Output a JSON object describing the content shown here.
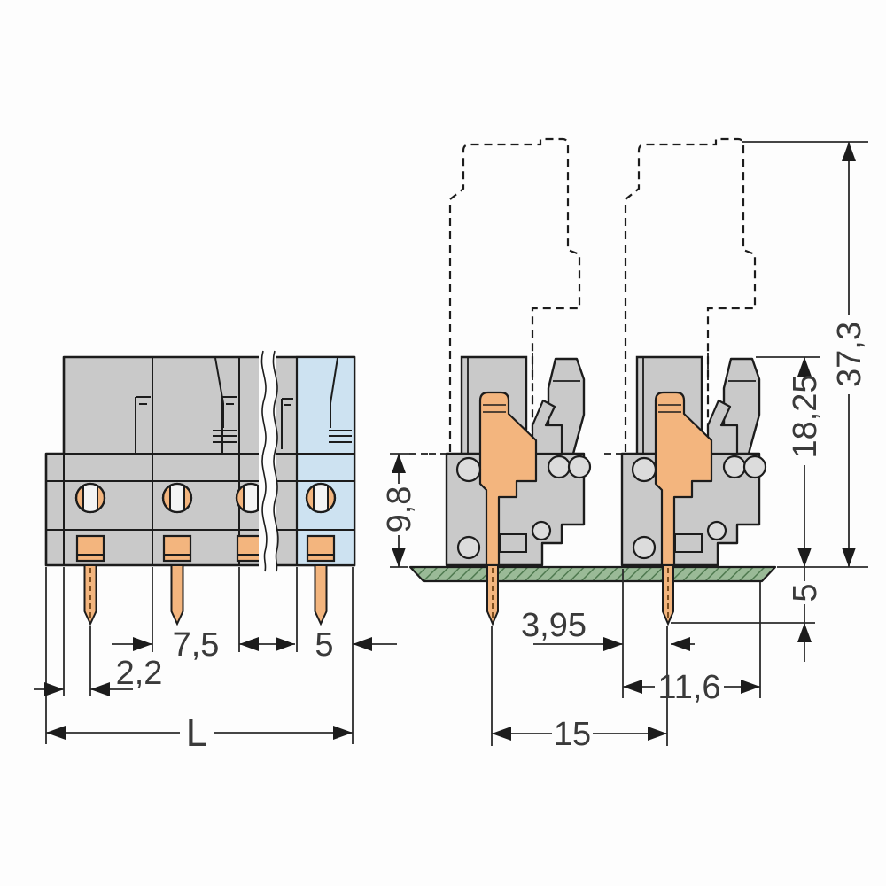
{
  "drawing": {
    "front_view": {
      "dim_pin_offset": "2,2",
      "dim_pitch": "7,5",
      "dim_end_module_width": "5",
      "dim_total_length": "L"
    },
    "side_view": {
      "dim_base_height": "9,8",
      "dim_housing_height": "18,25",
      "dim_total_height": "37,3",
      "dim_pin_length_below_pcb": "5",
      "dim_pin_to_edge": "3,95",
      "dim_body_depth": "11,6",
      "dim_connector_spacing": "15"
    },
    "colors": {
      "housing_gray": "#c9c9c9",
      "end_module_blue": "#cde2f1",
      "contact_copper": "#f3b57e",
      "pin_core_brown": "#7d4e1f",
      "pcb_green": "#9aba97",
      "pcb_hatch_green": "#4f7a50",
      "line_black": "#1c1c1c",
      "circle_gray": "#dcdcdc"
    }
  }
}
